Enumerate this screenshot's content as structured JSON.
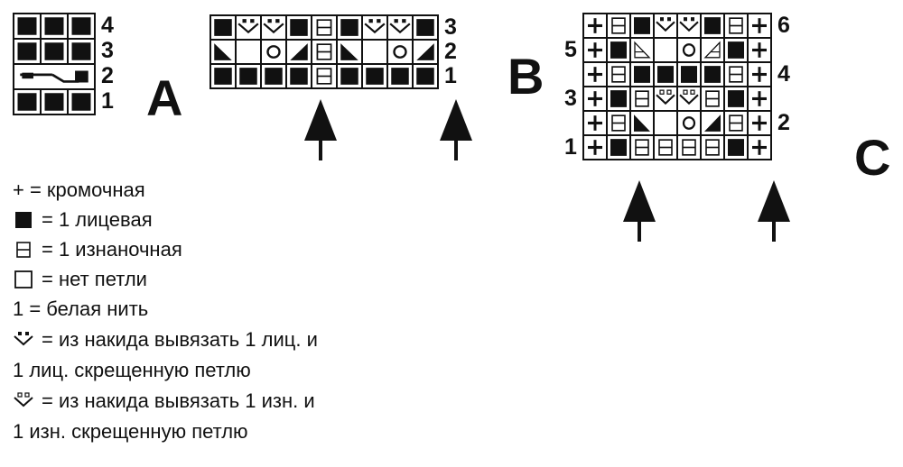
{
  "symbols": {
    "edge": "edge-stitch",
    "k": "knit-stitch",
    "p": "purl-stitch",
    "n": "no-stitch",
    "y": "yarnover-knit-twisted",
    "z": "yarnover-purl-twisted",
    "o": "yarn-over",
    "r": "decrease-right",
    "l": "decrease-left",
    "g": "decrease-right-outline",
    "h": "decrease-left-outline",
    "c": "cable-cross"
  },
  "chartA": {
    "letter": "A",
    "rows": [
      {
        "num": "4",
        "cells": [
          "k",
          "k",
          "k"
        ]
      },
      {
        "num": "3",
        "cells": [
          "k",
          "k",
          "k"
        ]
      },
      {
        "num": "2",
        "cells": [
          "c",
          "c",
          "c"
        ]
      },
      {
        "num": "1",
        "cells": [
          "k",
          "k",
          "k"
        ]
      }
    ]
  },
  "chartB": {
    "letter": "B",
    "rows": [
      {
        "num": "3",
        "cells": [
          "k",
          "y",
          "y",
          "k",
          "p",
          "k",
          "y",
          "y",
          "k"
        ]
      },
      {
        "num": "2",
        "cells": [
          "r",
          "n",
          "o",
          "l",
          "p",
          "r",
          "n",
          "o",
          "l"
        ]
      },
      {
        "num": "1",
        "cells": [
          "k",
          "k",
          "k",
          "k",
          "p",
          "k",
          "k",
          "k",
          "k"
        ]
      }
    ]
  },
  "chartC": {
    "letter": "C",
    "rows": [
      {
        "left": "",
        "right": "6",
        "cells": [
          "edge",
          "p",
          "k",
          "y",
          "y",
          "k",
          "p",
          "edge"
        ]
      },
      {
        "left": "5",
        "right": "",
        "cells": [
          "edge",
          "k",
          "g",
          "n",
          "o",
          "h",
          "k",
          "edge"
        ]
      },
      {
        "left": "",
        "right": "4",
        "cells": [
          "edge",
          "p",
          "k",
          "k",
          "k",
          "k",
          "p",
          "edge"
        ]
      },
      {
        "left": "3",
        "right": "",
        "cells": [
          "edge",
          "k",
          "p",
          "z",
          "z",
          "p",
          "k",
          "edge"
        ]
      },
      {
        "left": "",
        "right": "2",
        "cells": [
          "edge",
          "p",
          "r",
          "n",
          "o",
          "l",
          "p",
          "edge"
        ]
      },
      {
        "left": "1",
        "right": "",
        "cells": [
          "edge",
          "k",
          "p",
          "p",
          "p",
          "p",
          "k",
          "edge"
        ]
      }
    ]
  },
  "legend": [
    {
      "symbol": "edge",
      "text": "+  =  кромочная",
      "icon": false
    },
    {
      "symbol": "k",
      "text": "=  1 лицевая",
      "icon": true
    },
    {
      "symbol": "p",
      "text": "=  1 изнаночная",
      "icon": true
    },
    {
      "symbol": "n",
      "text": "= нет петли",
      "icon": true
    },
    {
      "symbol": "",
      "text": "1 = белая нить",
      "icon": false
    },
    {
      "symbol": "y",
      "text": "= из накида вывязать 1 лиц. и",
      "icon": true
    },
    {
      "symbol": "",
      "text": "1 лиц. скрещенную петлю",
      "icon": false
    },
    {
      "symbol": "z",
      "text": "= из накида вывязать 1 изн. и",
      "icon": true
    },
    {
      "symbol": "",
      "text": "1 изн. скрещенную петлю",
      "icon": false
    }
  ]
}
